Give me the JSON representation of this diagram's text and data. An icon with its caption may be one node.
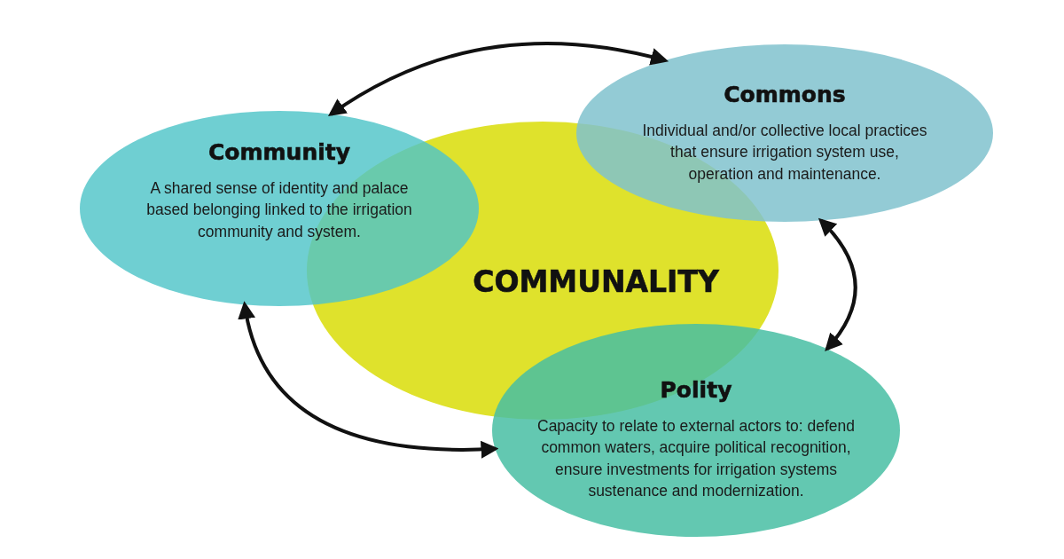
{
  "diagram": {
    "nodes": [
      {
        "text": [
          "Commons",
          "Individual and/or collective local practices that ensure irrigation system use, operation and maintenance."
        ]
      },
      {
        "text": [
          "Community",
          "A shared sense of identity and  palace based belonging linked to the irrigation community and system."
        ]
      },
      {
        "text": [
          "COMMUNALITY"
        ]
      },
      {
        "text": [
          "Polity",
          "Capacity to relate to external actors to: defend common waters, acquire political recognition, ensure investments for irrigation systems sustenance and modernization."
        ]
      }
    ],
    "edges": [
      {
        "from": 1,
        "to": 0,
        "arrow": "both"
      },
      {
        "from": 0,
        "to": 3,
        "arrow": "both"
      },
      {
        "from": 1,
        "to": 3,
        "arrow": "both"
      }
    ]
  }
}
